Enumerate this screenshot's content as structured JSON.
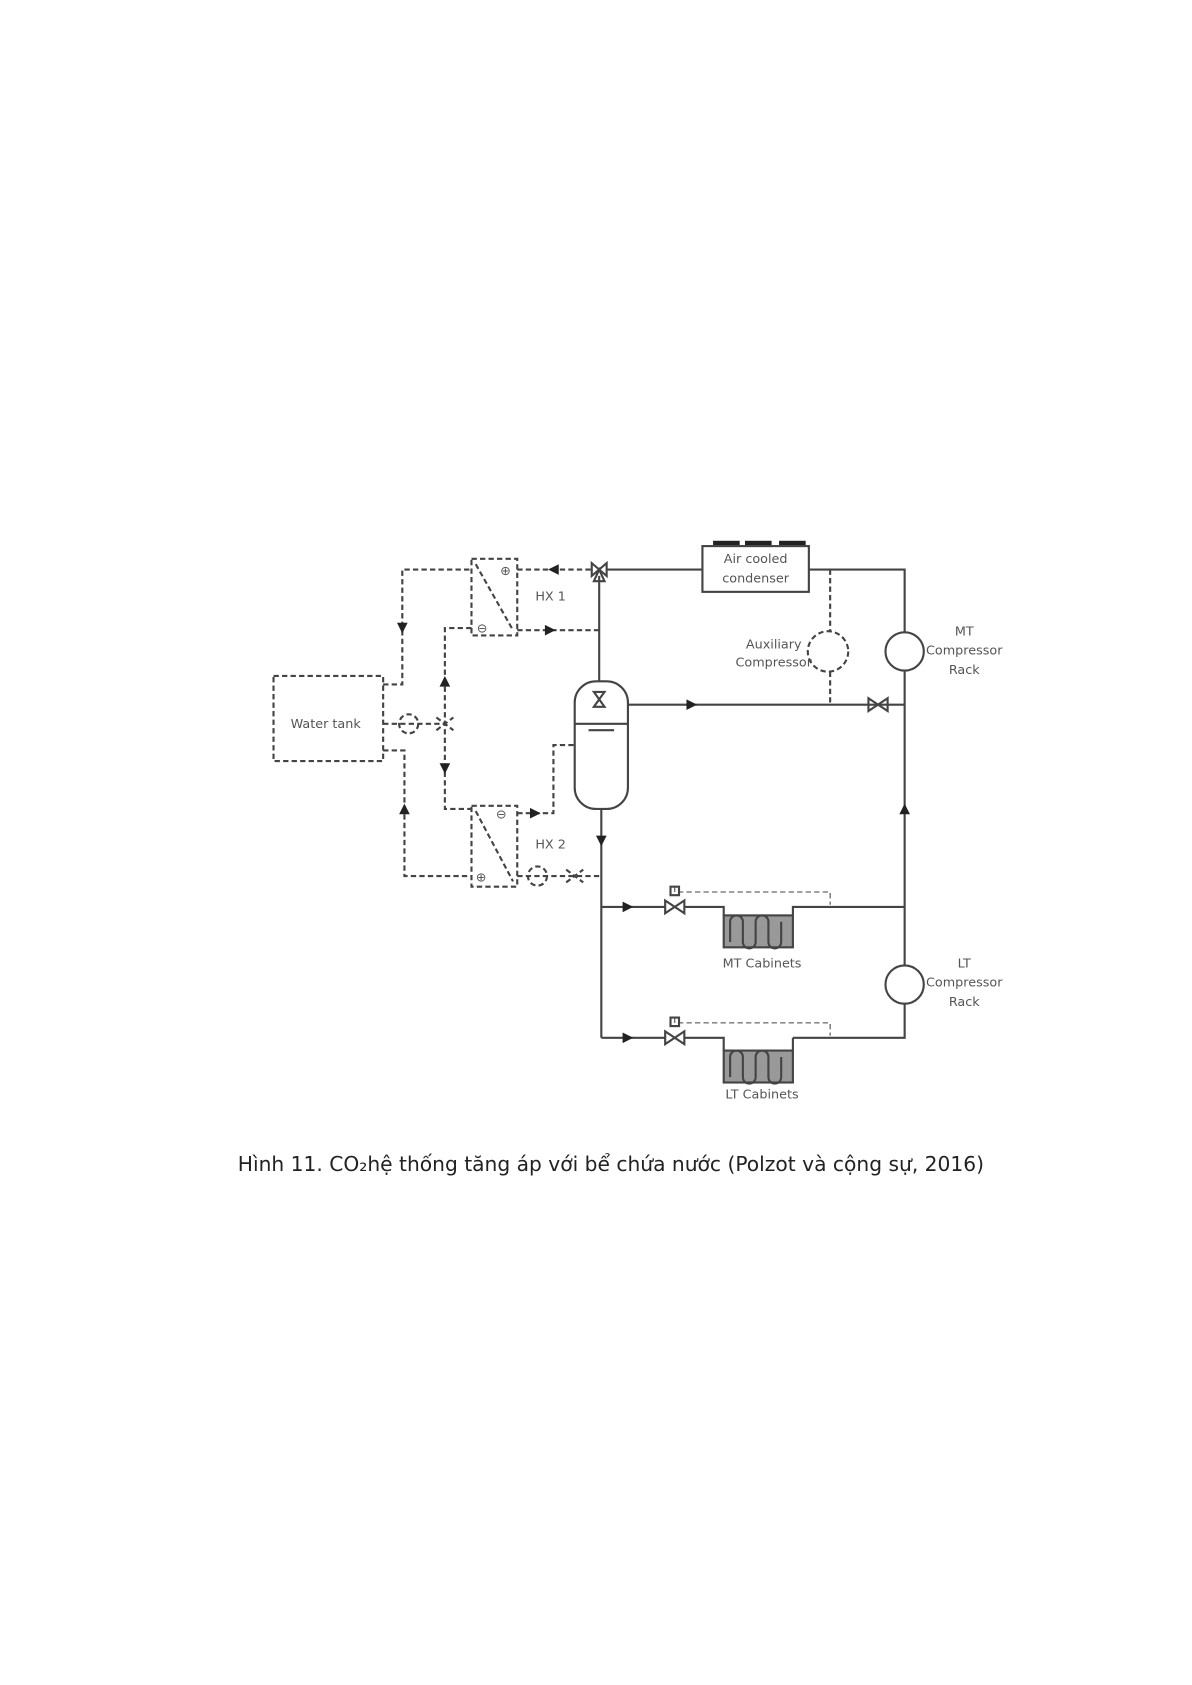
{
  "figure": {
    "labels": {
      "water_tank": "Water tank",
      "hx1": "HX 1",
      "hx2": "HX 2",
      "condenser_1": "Air cooled",
      "condenser_2": "condenser",
      "aux_1": "Auxiliary",
      "aux_2": "Compressor",
      "mt_rack_1": "MT",
      "mt_rack_2": "Compressor",
      "mt_rack_3": "Rack",
      "lt_rack_1": "LT",
      "lt_rack_2": "Compressor",
      "lt_rack_3": "Rack",
      "mt_cabinets": "MT Cabinets",
      "lt_cabinets": "LT Cabinets"
    },
    "caption": "Hình 11. CO₂hệ thống tăng áp với bể chứa nước (Polzot và cộng sự, 2016)"
  }
}
